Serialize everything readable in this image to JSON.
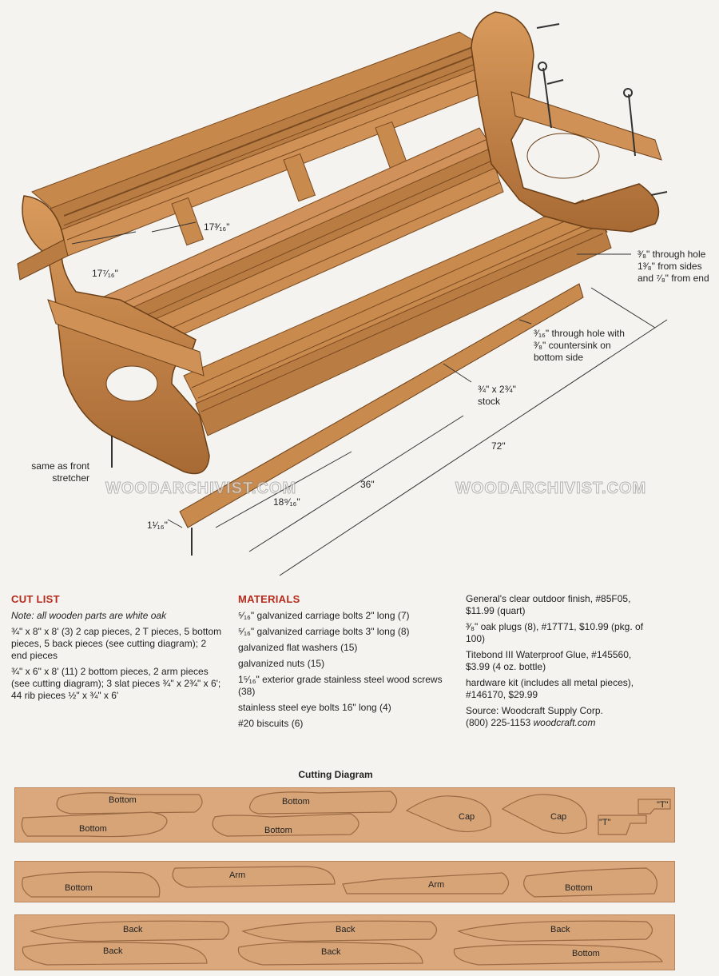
{
  "illustration": {
    "callouts": {
      "center_spacing": "17³⁄₁₆\"",
      "end_spacing": "17⁷⁄₁₆\"",
      "front_hole": "³⁄₈\" through hole 1³⁄₈\" from sides and ⁷⁄₈\" from end",
      "countersink": "³⁄₁₆\" through hole with ³⁄₈\" countersink on bottom side",
      "stock": "¾\" x 2¾\" stock",
      "total_length": "72\"",
      "half_length": "36\"",
      "offset": "18⁹⁄₁₆\"",
      "end_offset": "1¹⁄₁₆\"",
      "stretcher": "same as front stretcher"
    },
    "watermark": "WOODARCHIVIST.COM"
  },
  "cut_list": {
    "heading": "CUT LIST",
    "note": "Note: all wooden parts are white oak",
    "items": [
      "¾\" x 8\" x 8' (3)  2 cap pieces, 2 T pieces, 5 bottom pieces, 5 back pieces (see cutting diagram); 2 end pieces",
      "¾\" x 6\" x 8' (11) 2 bottom pieces, 2 arm pieces (see cutting diagram); 3 slat pieces ¾\" x 2¾\" x 6'; 44 rib pieces ½\" x ¾\" x 6'"
    ]
  },
  "materials": {
    "heading": "MATERIALS",
    "items": [
      "⁵⁄₁₆\" galvanized carriage bolts 2\" long (7)",
      "⁵⁄₁₆\" galvanized carriage bolts 3\" long (8)",
      "galvanized flat washers (15)",
      "galvanized nuts (15)",
      "1⁵⁄₁₆\" exterior grade stainless steel wood screws (38)",
      "stainless steel eye bolts 16\" long (4)",
      "#20 biscuits (6)"
    ]
  },
  "supplies": {
    "items": [
      "General's clear outdoor finish, #85F05, $11.99 (quart)",
      "³⁄₈\" oak plugs (8), #17T71, $10.99 (pkg. of 100)",
      "Titebond III Waterproof Glue, #145560, $3.99 (4 oz. bottle)",
      "hardware kit (includes all metal pieces), #146170, $29.99"
    ],
    "source_line1": "Source: Woodcraft Supply Corp.",
    "source_line2_plain": "(800) 225-1153 ",
    "source_line2_italic": "woodcraft.com"
  },
  "cutting_diagram": {
    "title": "Cutting Diagram",
    "board1": [
      "Bottom",
      "Bottom",
      "Bottom",
      "Bottom",
      "Cap",
      "Cap",
      "\"T\"",
      "\"T\""
    ],
    "board2": [
      "Bottom",
      "Arm",
      "Arm",
      "Bottom"
    ],
    "board3": [
      "Back",
      "Back",
      "Back",
      "Back",
      "Back",
      "Bottom"
    ]
  },
  "colors": {
    "wood": "#c98a4e",
    "wood_dark": "#9a6331",
    "board": "#dba77d",
    "heading_red": "#b52a1c"
  }
}
